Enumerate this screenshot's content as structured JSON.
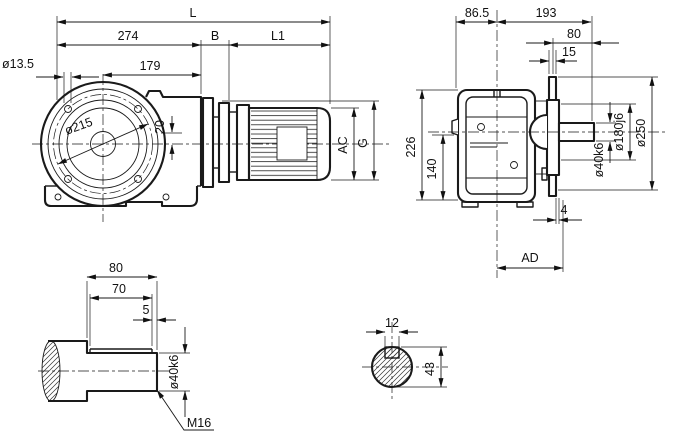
{
  "meta": {
    "type": "technical-dimension-drawing",
    "line_color": "#1a1a1a",
    "background_color": "#ffffff"
  },
  "drawing": {
    "front_view": {
      "L": "L",
      "dim274": "274",
      "B": "B",
      "L1": "L1",
      "dim179": "179",
      "dia13_5": "ø13.5",
      "dia215": "ø215",
      "dim20": "20",
      "AC": "AC",
      "G": "G"
    },
    "side_view": {
      "dim86_5": "86.5",
      "dim193": "193",
      "dim80": "80",
      "dim15": "15",
      "dim226": "226",
      "dim140": "140",
      "dia40k6": "ø40k6",
      "dia180j6": "ø180j6",
      "dia250": "ø250",
      "dim4": "4",
      "AD": "AD"
    },
    "shaft_detail": {
      "dim80": "80",
      "dim70": "70",
      "dim5": "5",
      "dia40k6": "ø40k6",
      "thread": "M16"
    },
    "key_section": {
      "dim12": "12",
      "dim43": "43"
    }
  }
}
